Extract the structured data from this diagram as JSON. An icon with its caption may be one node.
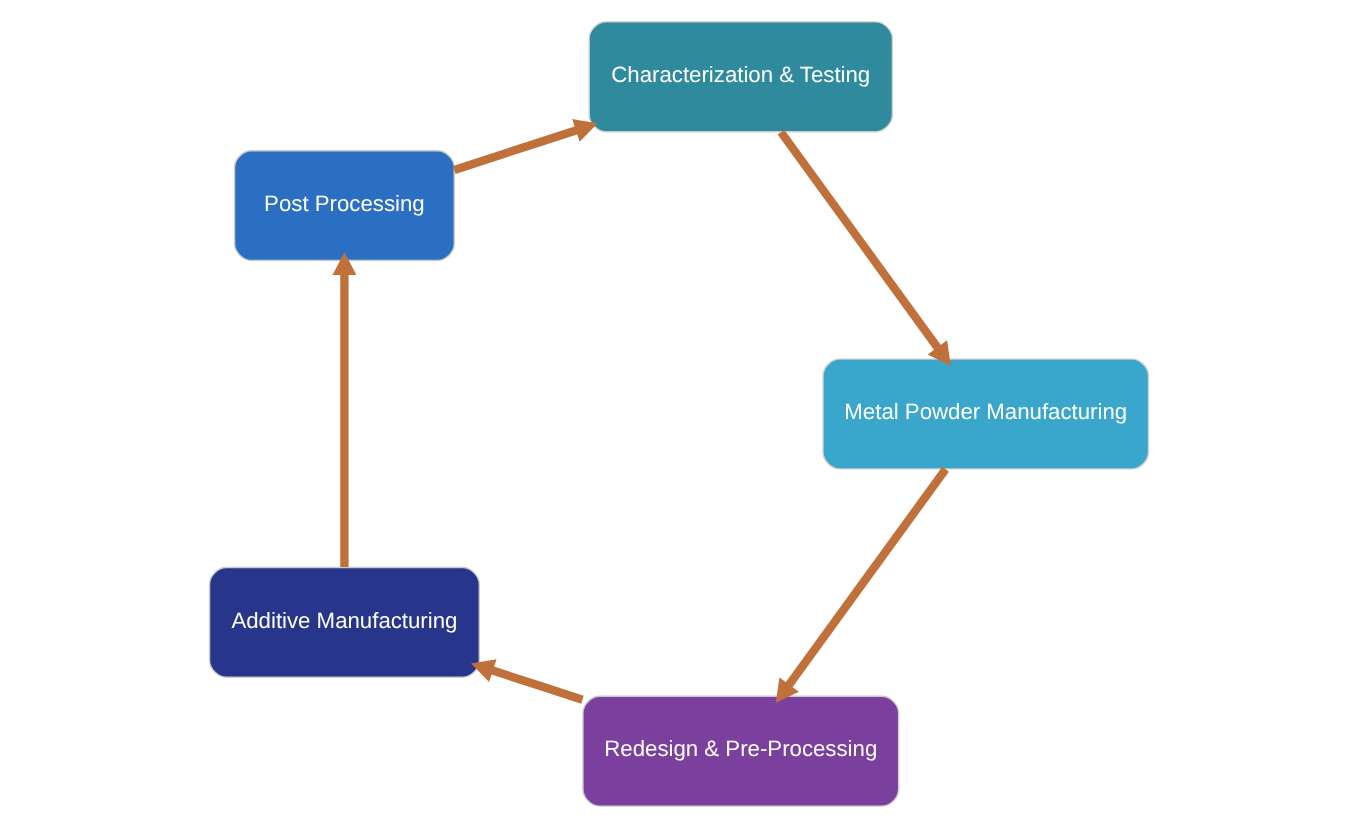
{
  "diagram": {
    "nodes": [
      {
        "text": [
          "Redesign & Pre-Processing"
        ]
      },
      {
        "text": [
          "Additive Manufacturing"
        ]
      },
      {
        "text": [
          "Post Processing"
        ]
      },
      {
        "text": [
          "Characterization & Testing"
        ]
      },
      {
        "text": [
          "Metal Powder Manufacturing"
        ]
      }
    ],
    "edges": [
      {
        "from": 0,
        "to": 1,
        "arrow": "to"
      },
      {
        "from": 1,
        "to": 2,
        "arrow": "to"
      },
      {
        "from": 2,
        "to": 3,
        "arrow": "to"
      },
      {
        "from": 3,
        "to": 4,
        "arrow": "to"
      },
      {
        "from": 4,
        "to": 0,
        "arrow": "to"
      }
    ]
  }
}
